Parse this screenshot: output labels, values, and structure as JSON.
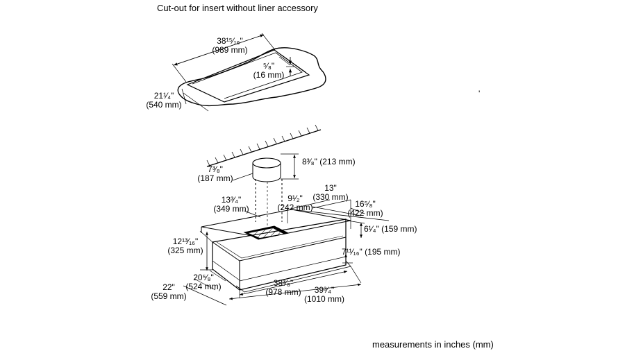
{
  "title": "Cut-out for insert without liner accessory",
  "footer": "measurements in inches (mm)",
  "stray_mark": "'",
  "cutout": {
    "width_in": "38¹⁵⁄₁₆\"",
    "width_mm": "(989 mm)",
    "depth_in": "21¹⁄₄\"",
    "depth_mm": "(540 mm)",
    "lip_in": "⁵⁄₈\"",
    "lip_mm": "(16 mm)"
  },
  "hood": {
    "duct_height": "8³⁄₈\" (213 mm)",
    "duct_dia_in": "7³⁄₈\"",
    "duct_dia_mm": "(187 mm)",
    "duct_off_x_in": "13³⁄₄\"",
    "duct_off_x_mm": "(349 mm)",
    "duct_off_y_in": "9¹⁄₂\"",
    "duct_off_y_mm": "(242 mm)",
    "depth13_in": "13\"",
    "depth13_mm": "(330 mm)",
    "depth16_in": "16⁵⁄₈\"",
    "depth16_mm": "(422 mm)",
    "top_h": "6¹⁄₄\" (159 mm)",
    "liner_h": "7¹¹⁄₁₆\" (195 mm)",
    "total_h_in": "12¹³⁄₁₆\"",
    "total_h_mm": "(325 mm)",
    "inner_depth_in": "20⁵⁄₈\"",
    "inner_depth_mm": "(524 mm)",
    "outer_depth_in": "22\"",
    "outer_depth_mm": "(559 mm)",
    "inner_width_in": "38³⁄₈\"",
    "inner_width_mm": "(978 mm)",
    "outer_width_in": "39³⁄₄\"",
    "outer_width_mm": "(1010 mm)"
  }
}
